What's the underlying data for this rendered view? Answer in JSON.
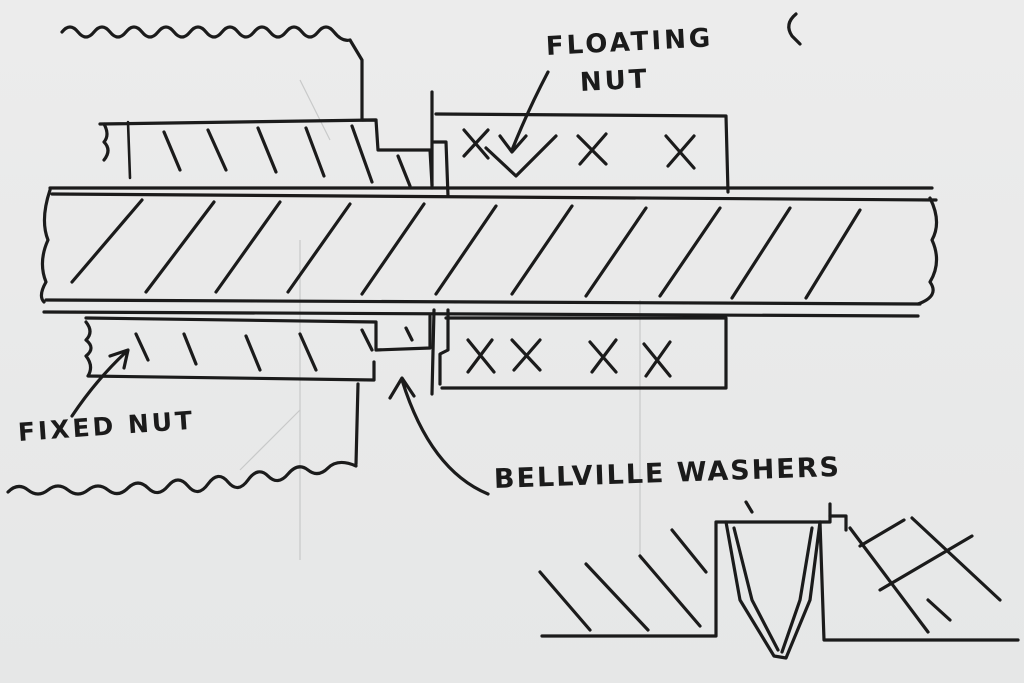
{
  "labels": {
    "floating": "FLOATING",
    "nut": "NUT",
    "fixed_nut": "FIXED NUT",
    "bellville_washers": "BELLVILLE WASHERS"
  }
}
